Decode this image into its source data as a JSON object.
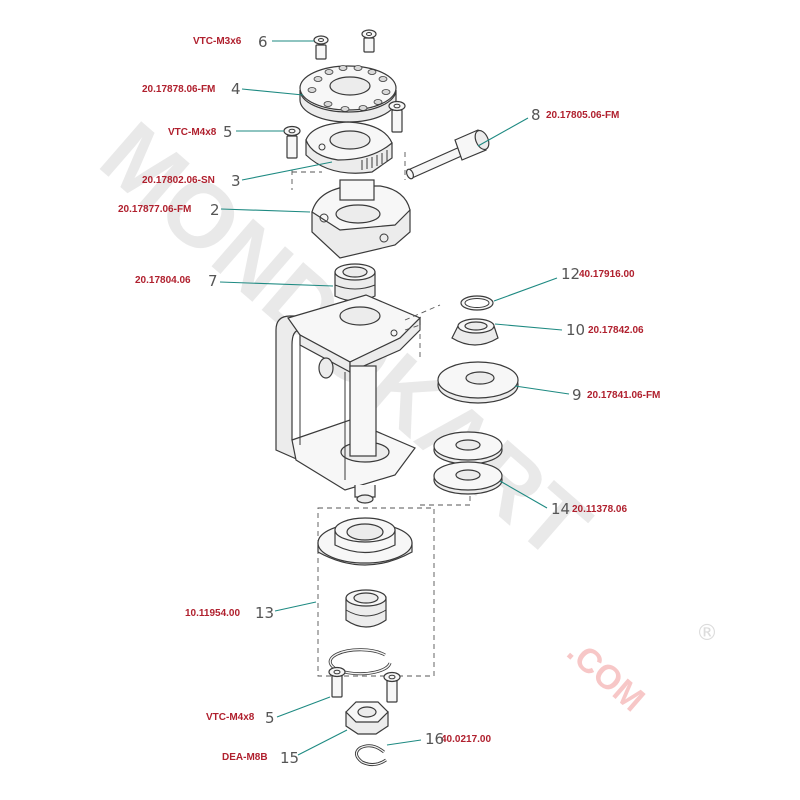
{
  "watermark": {
    "brand": "MONDOKART",
    "suffix": ".COM",
    "mark": "®"
  },
  "colors": {
    "code": "#b0202e",
    "leader": "#1e8a82",
    "number": "#555555"
  },
  "callouts": [
    {
      "id": "c6",
      "code": "VTC-M3x6",
      "number": "6"
    },
    {
      "id": "c4",
      "code": "20.17878.06-FM",
      "number": "4"
    },
    {
      "id": "c5a",
      "code": "VTC-M4x8",
      "number": "5"
    },
    {
      "id": "c3",
      "code": "20.17802.06-SN",
      "number": "3"
    },
    {
      "id": "c2",
      "code": "20.17877.06-FM",
      "number": "2"
    },
    {
      "id": "c7",
      "code": "20.17804.06",
      "number": "7"
    },
    {
      "id": "c8",
      "code": "20.17805.06-FM",
      "number": "8"
    },
    {
      "id": "c12",
      "code": "40.17916.00",
      "number": "12"
    },
    {
      "id": "c10",
      "code": "20.17842.06",
      "number": "10"
    },
    {
      "id": "c9",
      "code": "20.17841.06-FM",
      "number": "9"
    },
    {
      "id": "c14",
      "code": "20.11378.06",
      "number": "14"
    },
    {
      "id": "c13",
      "code": "10.11954.00",
      "number": "13"
    },
    {
      "id": "c5b",
      "code": "VTC-M4x8",
      "number": "5"
    },
    {
      "id": "c15",
      "code": "DEA-M8B",
      "number": "15"
    },
    {
      "id": "c16",
      "code": "40.0217.00",
      "number": "16"
    }
  ]
}
